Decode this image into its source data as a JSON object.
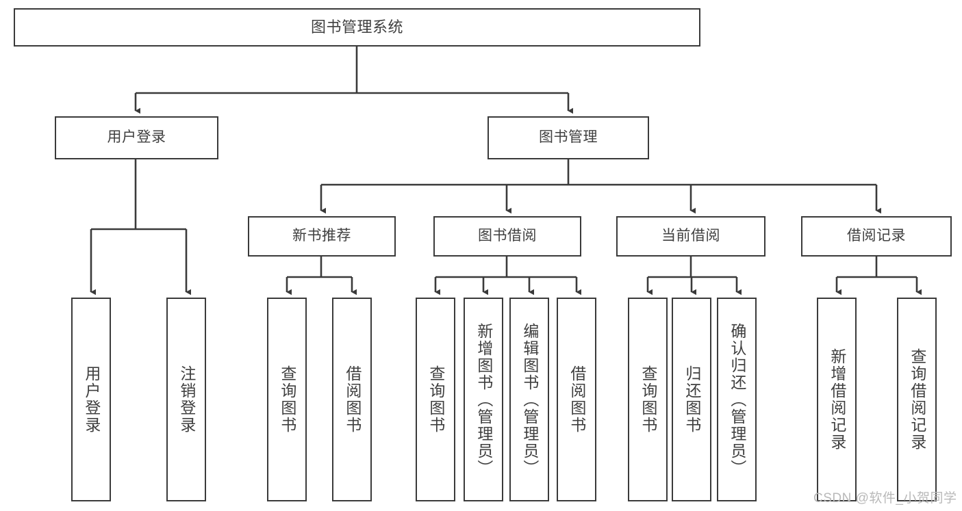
{
  "diagram": {
    "title": "图书管理系统",
    "type": "tree-hierarchy-chart",
    "orientation": "top-down",
    "line_color": "#3a3a3a",
    "box_fill": "#ffffff",
    "text_color": "#3f3f3f"
  },
  "nodes": {
    "root": {
      "label": "图书管理系统"
    },
    "level1": [
      {
        "label": "用户登录"
      },
      {
        "label": "图书管理"
      }
    ],
    "level2": [
      {
        "label": "新书推荐"
      },
      {
        "label": "图书借阅"
      },
      {
        "label": "当前借阅"
      },
      {
        "label": "借阅记录"
      }
    ],
    "leaves": {
      "user_login": [
        {
          "label": "用户登录"
        },
        {
          "label": "注销登录"
        }
      ],
      "new_book_recommend": [
        {
          "label": "查询图书"
        },
        {
          "label": "借阅图书"
        }
      ],
      "book_borrow": [
        {
          "label": "查询图书"
        },
        {
          "label": "新增图书（管理员）"
        },
        {
          "label": "编辑图书（管理员）"
        },
        {
          "label": "借阅图书"
        }
      ],
      "current_borrow": [
        {
          "label": "查询图书"
        },
        {
          "label": "归还图书"
        },
        {
          "label": "确认归还（管理员）"
        }
      ],
      "borrow_record": [
        {
          "label": "新增借阅记录"
        },
        {
          "label": "查询借阅记录"
        }
      ]
    }
  },
  "watermark": {
    "text": "CSDN @软件_小贺同学"
  }
}
